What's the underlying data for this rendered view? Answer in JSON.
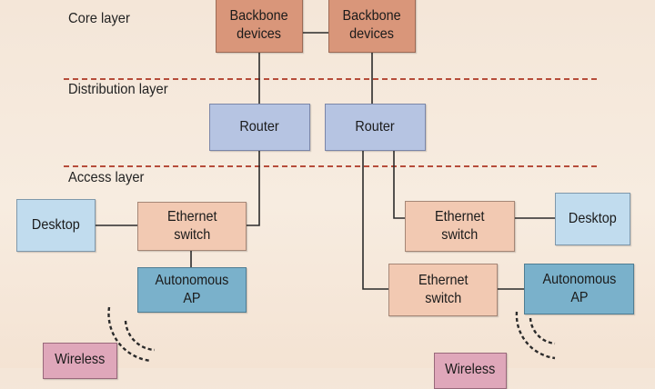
{
  "layers": {
    "core": "Core layer",
    "distribution": "Distribution layer",
    "access": "Access layer"
  },
  "nodes": {
    "backbone_left": "Backbone\ndevices",
    "backbone_right": "Backbone\ndevices",
    "router_left": "Router",
    "router_right": "Router",
    "switch_left": "Ethernet\nswitch",
    "switch_right_top": "Ethernet\nswitch",
    "switch_right_bottom": "Ethernet\nswitch",
    "desktop_left": "Desktop",
    "desktop_right": "Desktop",
    "ap_left": "Autonomous\nAP",
    "ap_right": "Autonomous\nAP",
    "wireless_left": "Wireless",
    "wireless_right": "Wireless"
  },
  "colors": {
    "backbone": "#d9967a",
    "router": "#b6c4e2",
    "switch": "#f2c9b2",
    "desktop": "#c1dcee",
    "access_point": "#7ab1cb",
    "wireless_client": "#dfa7ba",
    "divider": "#b64c3a",
    "link": "#2b2b2b"
  }
}
